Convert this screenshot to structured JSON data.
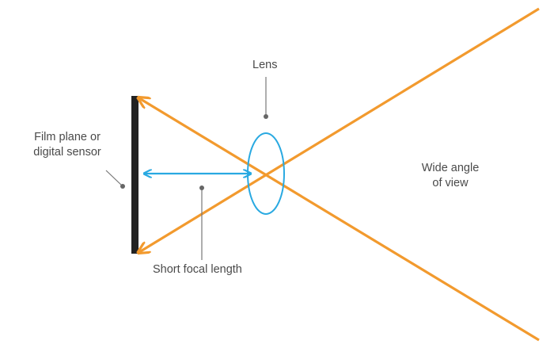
{
  "labels": {
    "lens": "Lens",
    "film_line1": "Film plane or",
    "film_line2": "digital sensor",
    "focal": "Short focal length",
    "wide_line1": "Wide angle",
    "wide_line2": "of view"
  },
  "colors": {
    "ray": "#f29a2e",
    "lens": "#29a9e1",
    "sensor": "#222222",
    "pointer": "#777777",
    "text": "#4a4a4a"
  }
}
